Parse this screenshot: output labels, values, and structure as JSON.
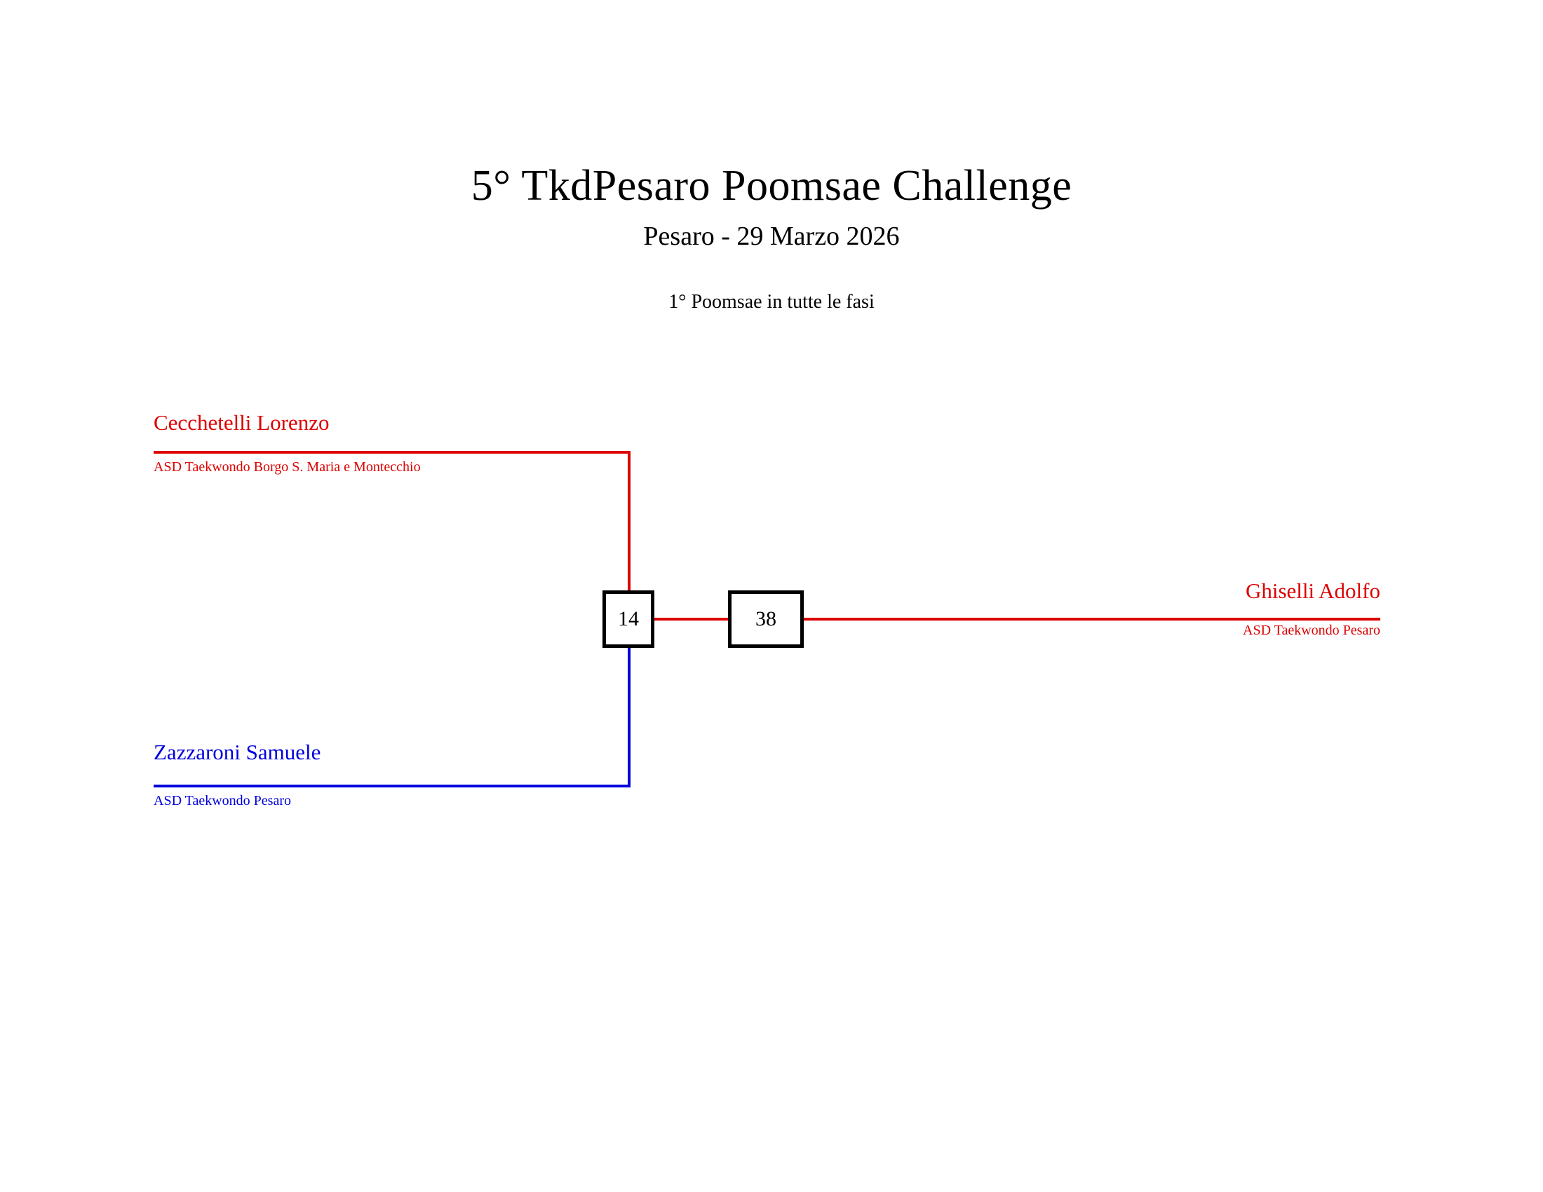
{
  "header": {
    "title": "5° TkdPesaro Poomsae Challenge",
    "subtitle": "Pesaro - 29 Marzo 2026",
    "category": "1° Poomsae in tutte le fasi"
  },
  "bracket": {
    "competitor1": {
      "name": "Cecchetelli Lorenzo",
      "club": "ASD Taekwondo Borgo S. Maria e Montecchio",
      "color": "#dd0000"
    },
    "competitor2": {
      "name": "Zazzaroni Samuele",
      "club": "ASD Taekwondo Pesaro",
      "color": "#0000dd"
    },
    "winner": {
      "name": "Ghiselli Adolfo",
      "club": "ASD Taekwondo Pesaro",
      "color": "#dd0000"
    },
    "match_number": "14",
    "result_number": "38"
  },
  "colors": {
    "red": "#dd0000",
    "blue": "#0000dd",
    "ink": "#000000"
  }
}
